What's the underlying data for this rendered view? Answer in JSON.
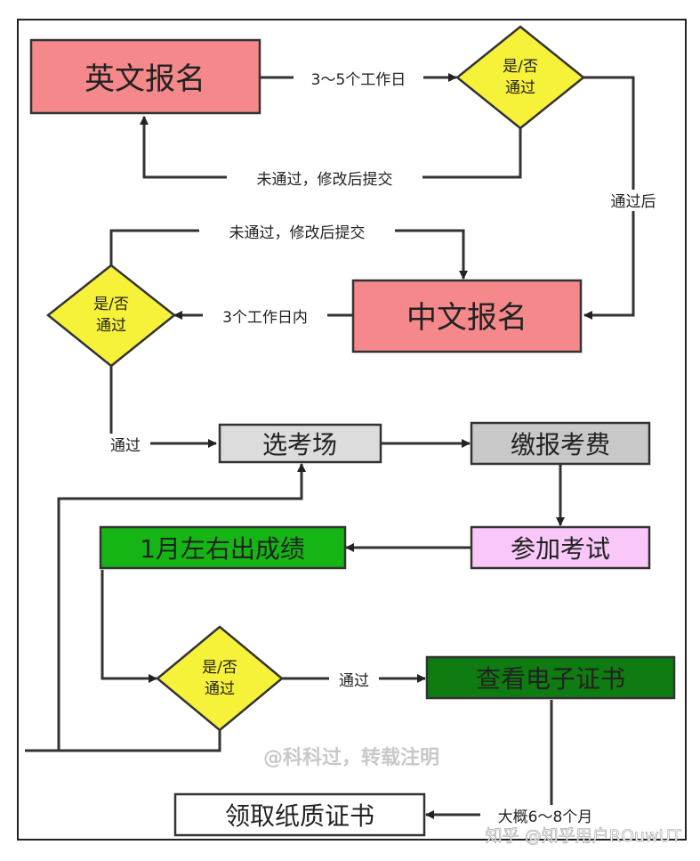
{
  "nodes": {
    "english_reg": "英文报名",
    "decision1_line1": "是/否",
    "decision1_line2": "通过",
    "chinese_reg": "中文报名",
    "decision2_line1": "是/否",
    "decision2_line2": "通过",
    "choose_site": "选考场",
    "pay_fee": "缴报考费",
    "take_exam": "参加考试",
    "results": "1月左右出成绩",
    "decision3_line1": "是/否",
    "decision3_line2": "通过",
    "view_cert": "查看电子证书",
    "paper_cert": "领取纸质证书"
  },
  "edges": {
    "e1": "3～5个工作日",
    "e2": "未通过，修改后提交",
    "e3": "通过后",
    "e4": "未通过，修改后提交",
    "e5": "3个工作日内",
    "e6": "通过",
    "e7": "通过",
    "e8": "大概6～8个月"
  },
  "watermarks": {
    "center": "@科科过，转载注明",
    "corner": "知乎 @知乎用户ROuwUT"
  },
  "colors": {
    "pink": "#f4888a",
    "yellow": "#f6f139",
    "lightgray": "#dcdcdc",
    "gray": "#c8c8c8",
    "lightpink": "#f9c8f8",
    "green": "#14b514",
    "darkgreen": "#0e7c10",
    "white": "#ffffff"
  }
}
